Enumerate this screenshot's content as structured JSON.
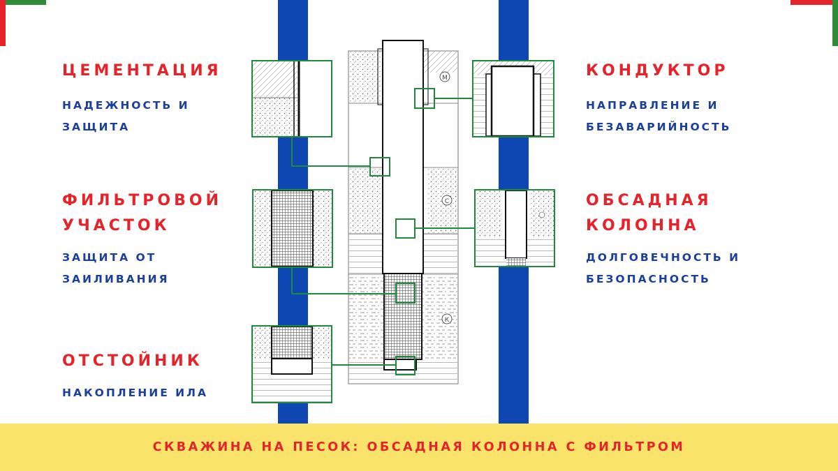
{
  "colors": {
    "accent_red": "#e5232a",
    "accent_blue": "#1a3f9c",
    "pipe_blue": "#0e47b1",
    "frame_green": "#1f8a3b",
    "corner_green": "#2e8b3a",
    "footer_yellow": "#f9e36a"
  },
  "left_labels": [
    {
      "title": [
        "ЦЕМЕНТАЦИЯ"
      ],
      "subtitle": [
        "НАДЕЖНОСТЬ И",
        "ЗАЩИТА"
      ]
    },
    {
      "title": [
        "ФИЛЬТРОВОЙ",
        "УЧАСТОК"
      ],
      "subtitle": [
        "ЗАЩИТА ОТ",
        "ЗАИЛИВАНИЯ"
      ]
    },
    {
      "title": [
        "ОТСТОЙНИК"
      ],
      "subtitle": [
        "НАКОПЛЕНИЕ ИЛА"
      ]
    }
  ],
  "right_labels": [
    {
      "title": [
        "КОНДУКТОР"
      ],
      "subtitle": [
        "НАПРАВЛЕНИЕ И",
        "БЕЗАВАРИЙНОСТЬ"
      ]
    },
    {
      "title": [
        "ОБСАДНАЯ",
        "КОЛОННА"
      ],
      "subtitle": [
        "ДОЛГОВЕЧНОСТЬ И",
        "БЕЗОПАСНОСТЬ"
      ]
    }
  ],
  "strata_markers": [
    "М",
    "С",
    "К"
  ],
  "footer": {
    "text": "СКВАЖИНА НА ПЕСОК: ОБСАДНАЯ КОЛОННА С ФИЛЬТРОМ"
  }
}
